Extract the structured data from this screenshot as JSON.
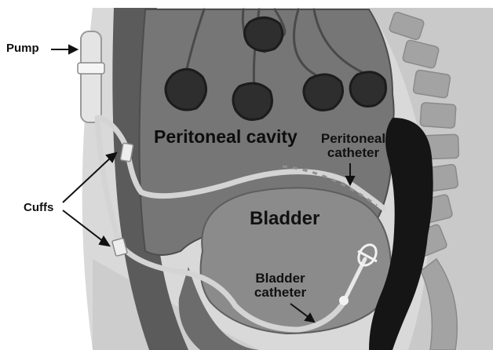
{
  "labels": {
    "pump": "Pump",
    "cuffs": "Cuffs",
    "peritoneal_cavity": "Peritoneal cavity",
    "peritoneal_catheter_line1": "Peritoneal",
    "peritoneal_catheter_line2": "catheter",
    "bladder": "Bladder",
    "bladder_catheter_line1": "Bladder",
    "bladder_catheter_line2": "catheter"
  },
  "colors": {
    "background": "#ffffff",
    "skin": "#d6d6d6",
    "abdominal_wall": "#5b5b5b",
    "peritoneal_cavity": "#767676",
    "bowel_loops": "#2e2e2e",
    "bladder": "#8b8b8b",
    "colon": "#151515",
    "spine": "#a6a6a6",
    "catheter": "#cfcfcf"
  }
}
